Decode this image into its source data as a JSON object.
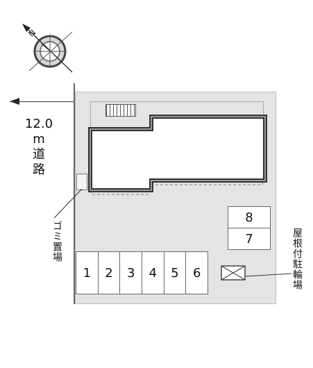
{
  "compass": {
    "north_label": "N"
  },
  "road": {
    "width_label": "12.0",
    "unit_label": "m",
    "name_chars": [
      "道",
      "路"
    ]
  },
  "garbage": {
    "label": "ゴミ置場"
  },
  "bicycle": {
    "label": "屋根付駐輪場"
  },
  "parking": {
    "bottom_row": [
      "1",
      "2",
      "3",
      "4",
      "5",
      "6"
    ],
    "right_stack": [
      "8",
      "7"
    ]
  }
}
